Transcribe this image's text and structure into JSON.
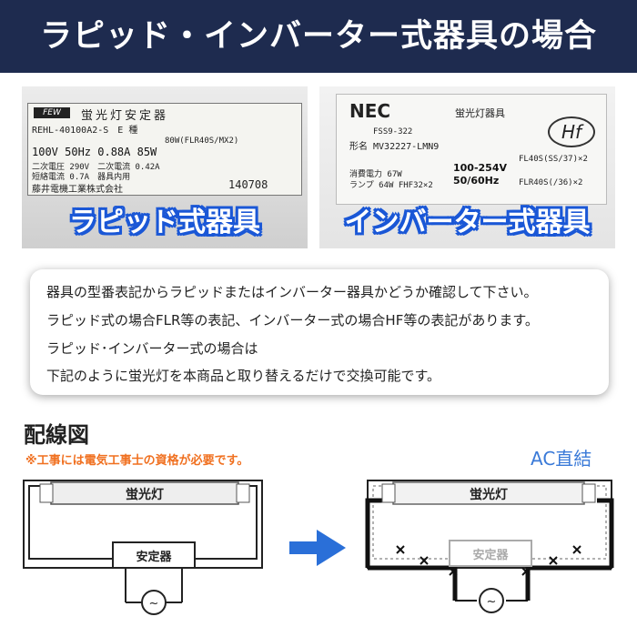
{
  "header": {
    "title": "ラピッド・インバーター式器具の場合"
  },
  "photos": {
    "left": {
      "caption": "ラピッド式器具",
      "plate": {
        "brand": "FEW",
        "title": "蛍光灯安定器",
        "model": "REHL-40100A2-S　E 種",
        "spec_line": "100V 50Hz 0.88A 85W",
        "secondary": "二次電圧 290V　二次電流 0.42A",
        "short": "短絡電流 0.7A　器具内用",
        "maker": "藤井電機工業株式会社",
        "lot": "140708",
        "lamp": "80W(FLR40S/MX2)"
      }
    },
    "right": {
      "caption": "インバーター式器具",
      "plate": {
        "brand": "NEC",
        "title": "蛍光灯器具",
        "hf": "Hf",
        "code": "FSS9-322",
        "model": "形名 MV32227-LMN9",
        "voltage": "100-254V",
        "freq": "50/60Hz",
        "power": "消費電力 67W",
        "lamp": "ランプ 64W FHF32×2",
        "fl1": "FL40S(SS/37)×2",
        "fl2": "FLR40S(/36)×2"
      }
    }
  },
  "notes": [
    "器具の型番表記からラピッドまたはインバーター器具かどうか確認して下さい。",
    "ラピッド式の場合FLR等の表記、インバーター式の場合HF等の表記があります。",
    "ラピッド･インバーター式の場合は",
    "下記のように蛍光灯を本商品と取り替えるだけで交換可能です。"
  ],
  "wiring": {
    "title": "配線図",
    "warning": "※工事には電気工事士の資格が必要です。",
    "ac_label": "AC直結",
    "left": {
      "tube_label": "蛍光灯",
      "ballast_label": "安定器"
    },
    "right": {
      "tube_label": "蛍光灯",
      "ballast_label": "安定器"
    }
  },
  "colors": {
    "header_bg": "#1e2b4f",
    "caption_outline": "#1a57d6",
    "warning": "#f07020",
    "ac": "#3a7ad8",
    "arrow": "#2a6fd8"
  }
}
